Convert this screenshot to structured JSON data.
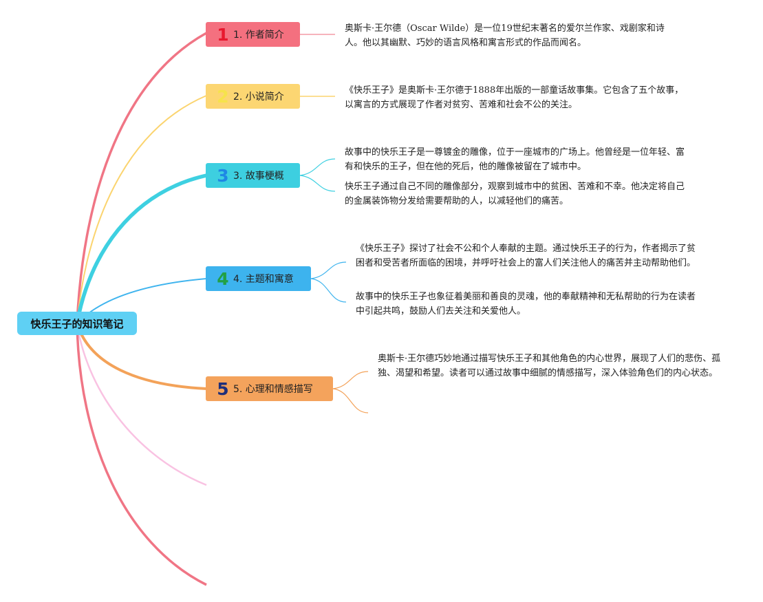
{
  "root": {
    "title": "快乐王子的知识笔记"
  },
  "colors": {
    "root_bg": "#5fd0f4",
    "branch1": "#f07585",
    "branch2": "#fbd46f",
    "branch3": "#3ed0e1",
    "branch4": "#3fb4ee",
    "branch5": "#f3a259",
    "branch6": "#f9c2e2",
    "branch7": "#f07585"
  },
  "topics": [
    {
      "label": "1. 作者简介",
      "icon": "1",
      "icon_name": "number-one-icon",
      "notes": [
        "奥斯卡·王尔德（Oscar Wilde）是一位19世纪末著名的爱尔兰作家、戏剧家和诗人。他以其幽默、巧妙的语言风格和寓言形式的作品而闻名。"
      ]
    },
    {
      "label": "2. 小说简介",
      "icon": "2",
      "icon_name": "number-two-icon",
      "notes": [
        "《快乐王子》是奥斯卡·王尔德于1888年出版的一部童话故事集。它包含了五个故事，以寓言的方式展现了作者对贫穷、苦难和社会不公的关注。"
      ]
    },
    {
      "label": "3. 故事梗概",
      "icon": "3",
      "icon_name": "number-three-icon",
      "notes": [
        "故事中的快乐王子是一尊镀金的雕像，位于一座城市的广场上。他曾经是一位年轻、富有和快乐的王子，但在他的死后，他的雕像被留在了城市中。",
        "快乐王子通过自己不同的雕像部分，观察到城市中的贫困、苦难和不幸。他决定将自己的金属装饰物分发给需要帮助的人，以减轻他们的痛苦。"
      ]
    },
    {
      "label": "4. 主题和寓意",
      "icon": "4",
      "icon_name": "number-four-icon",
      "notes": [
        "《快乐王子》探讨了社会不公和个人奉献的主题。通过快乐王子的行为，作者揭示了贫困者和受苦者所面临的困境，并呼吁社会上的富人们关注他人的痛苦并主动帮助他们。",
        "故事中的快乐王子也象征着美丽和善良的灵魂，他的奉献精神和无私帮助的行为在读者中引起共鸣，鼓励人们去关注和关爱他人。"
      ]
    },
    {
      "label": "5. 心理和情感描写",
      "icon": "5",
      "icon_name": "number-five-icon",
      "notes": [
        "奥斯卡·王尔德巧妙地通过描写快乐王子和其他角色的内心世界，展现了人们的悲伤、孤独、渴望和希望。读者可以通过故事中细腻的情感描写，深入体验角色们的内心状态。"
      ]
    }
  ]
}
